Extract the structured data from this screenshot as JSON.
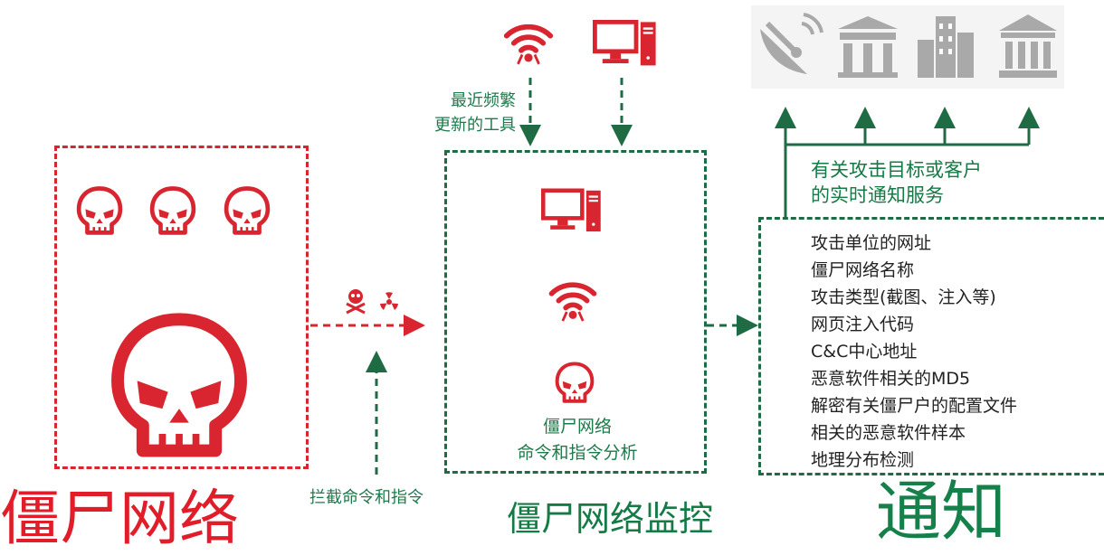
{
  "labels": {
    "recent_tools_line1": "最近频繁",
    "recent_tools_line2": "更新的工具",
    "notify_service_line1": "有关攻击目标或客户",
    "notify_service_line2": "的实时通知服务",
    "monitor_caption_line1": "僵尸网络",
    "monitor_caption_line2": "命令和指令分析",
    "intercept": "拦截命令和指令"
  },
  "sections": {
    "botnet_title": "僵尸网络",
    "monitor_title": "僵尸网络监控",
    "notify_title": "通知"
  },
  "notify_list": [
    "攻击单位的网址",
    "僵尸网络名称",
    "攻击类型(截图、注入等)",
    "网页注入代码",
    "C&C中心地址",
    "恶意软件相关的MD5",
    "解密有关僵尸户的配置文件",
    "相关的恶意软件样本",
    "地理分布检测"
  ],
  "colors": {
    "red": "#e11d2a",
    "green": "#1d6b44",
    "gray_icon": "#a9a9a9"
  },
  "icons": [
    "skull-icon",
    "wifi-icon",
    "computer-icon",
    "radiation-icon",
    "satellite-dish-icon",
    "building-icon",
    "bank-icon"
  ]
}
